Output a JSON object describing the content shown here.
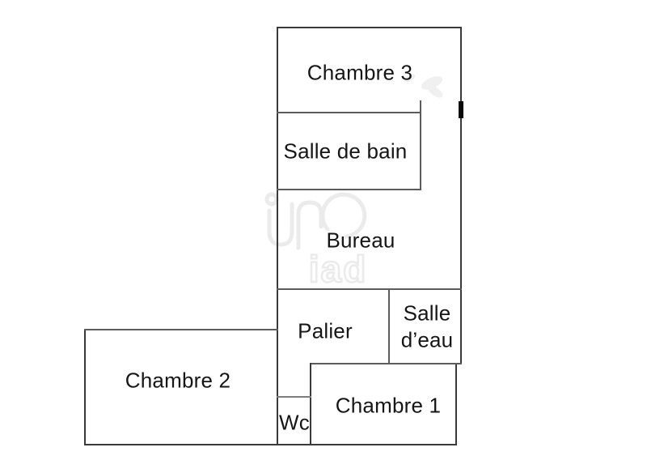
{
  "plan": {
    "type": "floor-plan",
    "rooms": {
      "chambre3": {
        "label": "Chambre 3"
      },
      "salle_de_bain": {
        "label": "Salle de bain"
      },
      "bureau": {
        "label": "Bureau"
      },
      "palier": {
        "label": "Palier"
      },
      "salle_deau": {
        "line1": "Salle",
        "line2": "d’eau"
      },
      "chambre2": {
        "label": "Chambre 2"
      },
      "chambre1": {
        "label": "Chambre 1"
      },
      "wc": {
        "label": "Wc"
      }
    },
    "watermark": {
      "brand": "iad"
    },
    "colors": {
      "background": "#ffffff",
      "wall_dark": "#3a3a3a",
      "wall_mid": "#5c5c5c",
      "window_mark": "#0a0a0a",
      "label_text": "#161616",
      "watermark_gray": "#ebebeb"
    }
  }
}
